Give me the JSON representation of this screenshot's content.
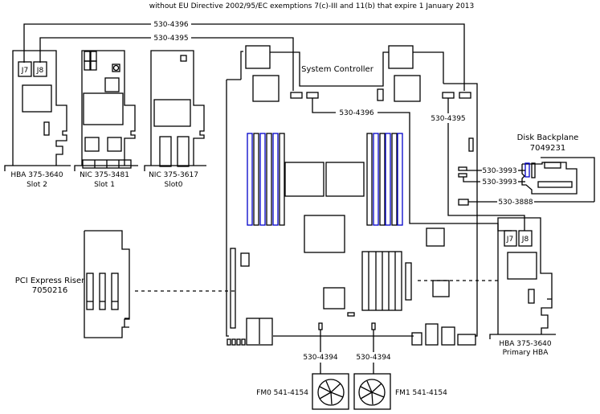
{
  "header": {
    "note": "without EU Directive 2002/95/EC exemptions 7(c)-III and 11(b) that expire 1 January 2013"
  },
  "motherboard": {
    "label": "System Controller"
  },
  "cables": {
    "top_4396": "530-4396",
    "top_4395": "530-4395",
    "mid_4396": "530-4396",
    "right_4395": "530-4395",
    "bp_3993_a": "530-3993",
    "bp_3993_b": "530-3993",
    "bp_3888": "530-3888",
    "fan0_cable": "530-4394",
    "fan1_cable": "530-4394"
  },
  "cards": [
    {
      "name": "HBA 375-3640",
      "slot": "Slot 2",
      "connectors": [
        "J7",
        "J8"
      ]
    },
    {
      "name": "NIC 375-3481",
      "slot": "Slot 1"
    },
    {
      "name": "NIC 375-3617",
      "slot": "Slot0"
    }
  ],
  "primary_hba": {
    "name": "HBA 375-3640",
    "slot": "Primary HBA",
    "connectors": [
      "J7",
      "J8"
    ]
  },
  "riser": {
    "name": "PCI Express Riser",
    "part": "7050216"
  },
  "disk_backplane": {
    "name": "Disk Backplane",
    "part": "7049231"
  },
  "fans": [
    {
      "label": "FM0 541-4154"
    },
    {
      "label": "FM1 541-4154"
    }
  ],
  "colors": {
    "line": "#000000",
    "dimm_highlight": "#0000c8",
    "background": "#ffffff"
  }
}
